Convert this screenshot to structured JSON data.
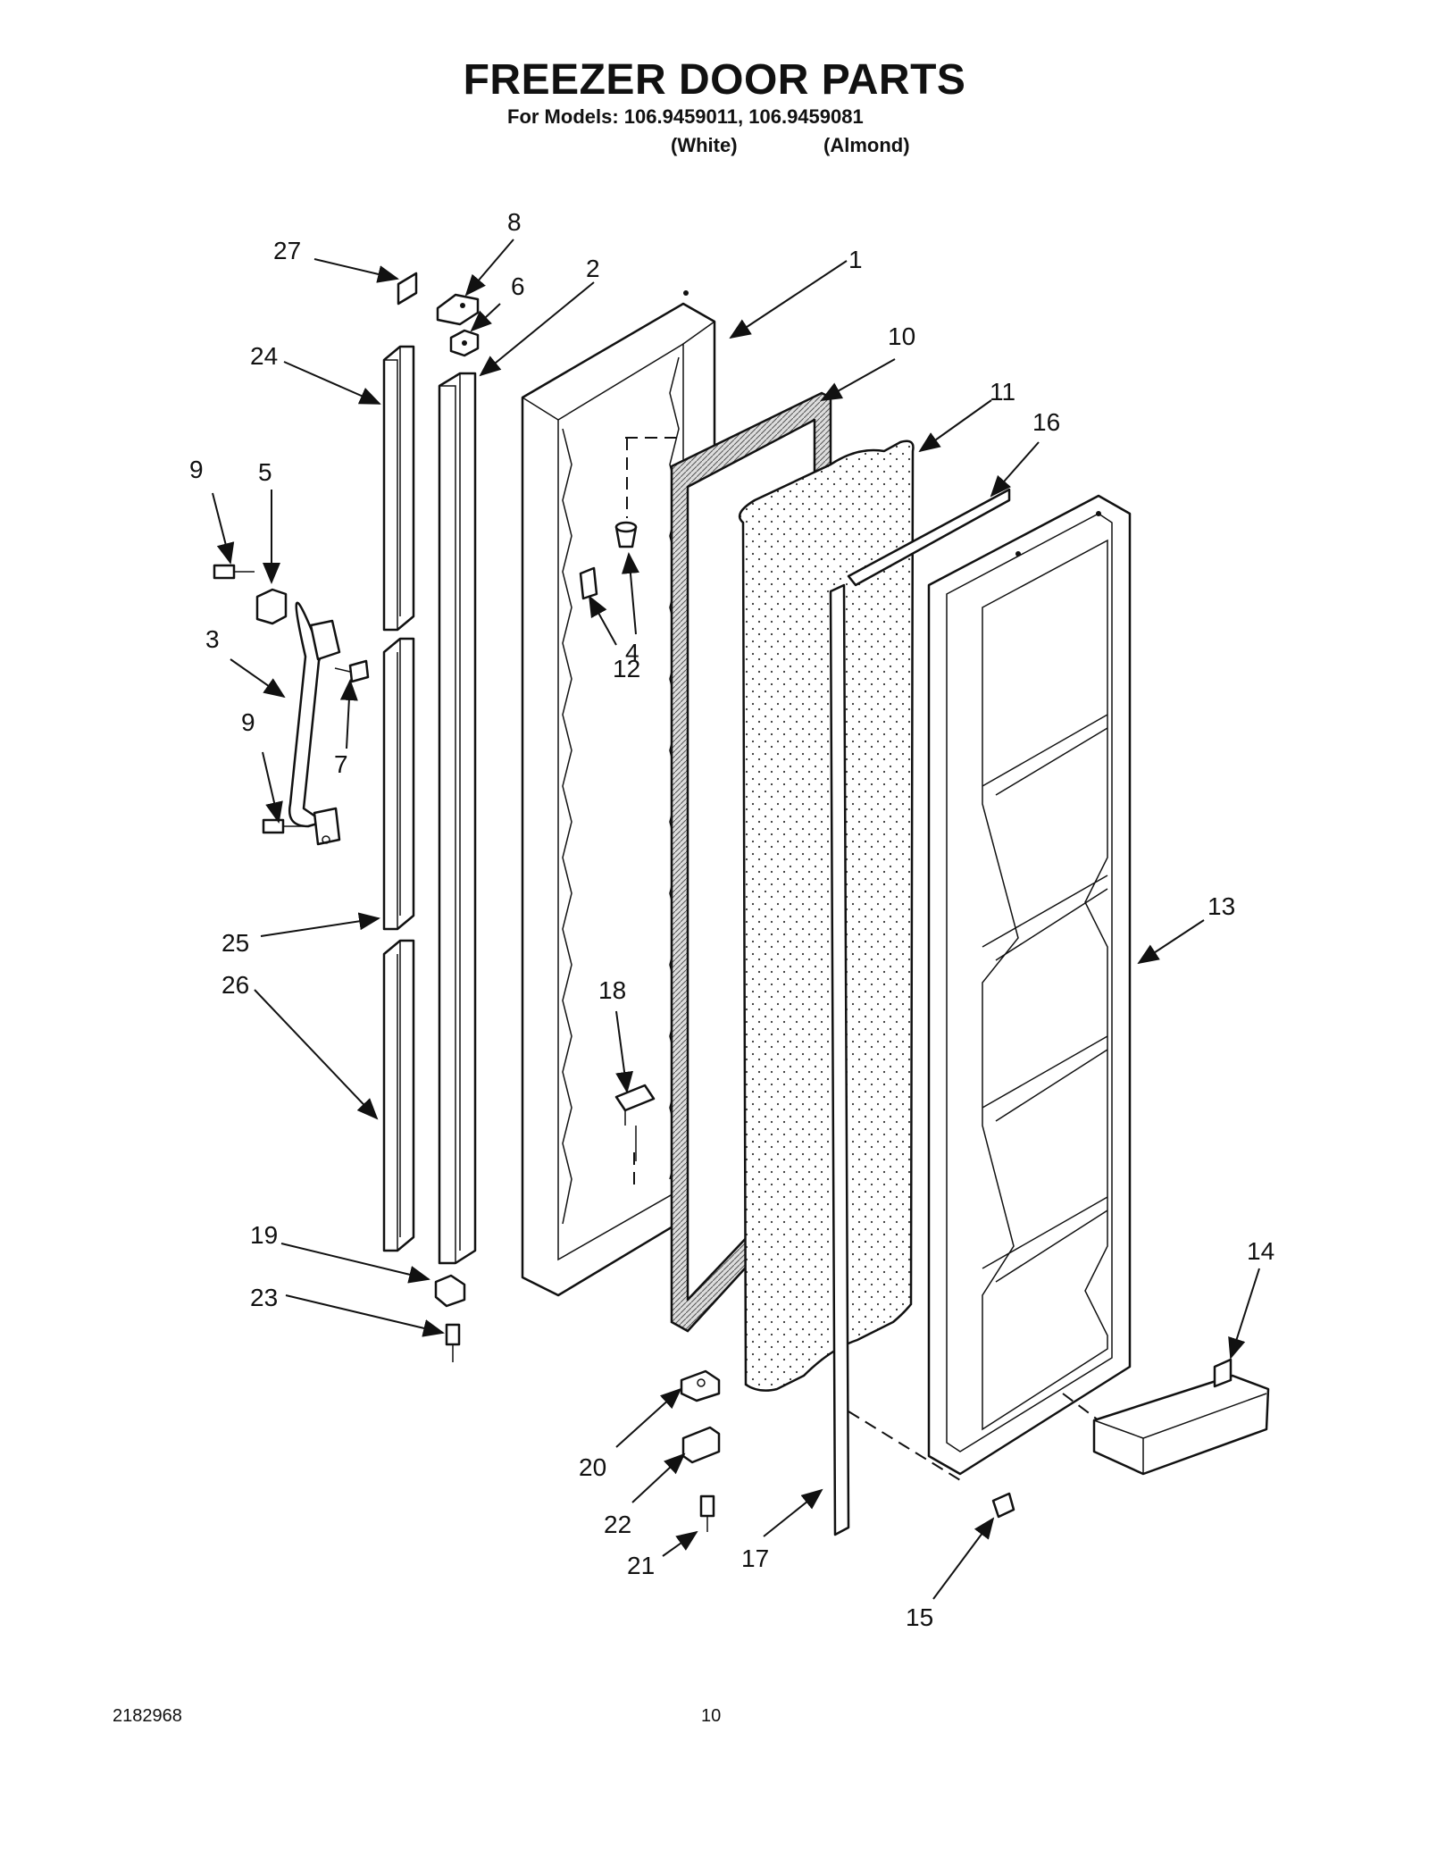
{
  "header": {
    "title": "FREEZER DOOR PARTS",
    "models_line": "For Models: 106.9459011, 106.9459081",
    "variants": [
      "(White)",
      "(Almond)"
    ]
  },
  "callouts": [
    "1",
    "2",
    "3",
    "4",
    "5",
    "6",
    "7",
    "8",
    "9",
    "9",
    "10",
    "11",
    "12",
    "13",
    "14",
    "15",
    "16",
    "17",
    "18",
    "19",
    "20",
    "21",
    "22",
    "23",
    "24",
    "25",
    "26",
    "27"
  ],
  "footer": {
    "doc_number": "2182968",
    "page_number": "10"
  }
}
